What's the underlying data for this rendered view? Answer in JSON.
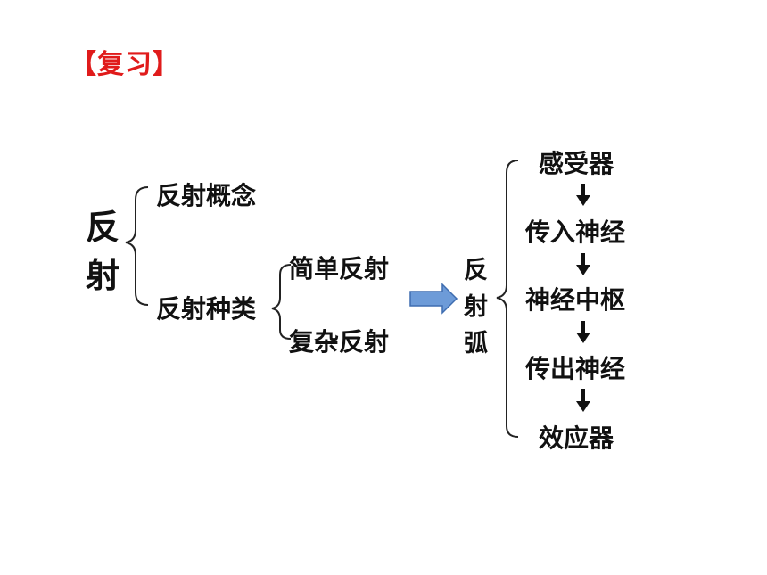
{
  "title": "【复习】",
  "root": {
    "char1": "反",
    "char2": "射"
  },
  "branch_concept": "反射概念",
  "branch_types": "反射种类",
  "type_simple": "简单反射",
  "type_complex": "复杂反射",
  "reflex_arc": {
    "char1": "反",
    "char2": "射",
    "char3": "弧"
  },
  "arc_steps": [
    "感受器",
    "传入神经",
    "神经中枢",
    "传出神经",
    "效应器"
  ],
  "colors": {
    "title": "#e01b1b",
    "arrow_fill": "#6d9bd8",
    "arrow_stroke": "#3f6db0",
    "text": "#111111"
  }
}
